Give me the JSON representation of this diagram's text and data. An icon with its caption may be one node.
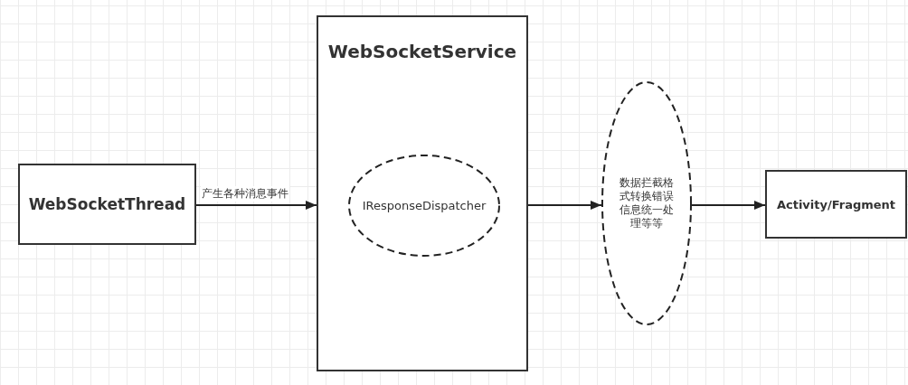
{
  "diagram": {
    "nodes": [
      {
        "text": [
          "WebSocketThread"
        ]
      },
      {
        "text": [
          "WebSocketService"
        ]
      },
      {
        "text": [
          "IResponseDispatcher"
        ],
        "in": 1
      },
      {
        "text": [
          "数据拦截格式转换错误信息统一处理等等"
        ]
      },
      {
        "text": [
          "Activity/Fragment"
        ]
      }
    ],
    "edges": [
      {
        "from": 0,
        "to": 1,
        "arrow": "to",
        "label": "产生各种消息事件"
      },
      {
        "from": 1,
        "to": 3,
        "arrow": "to"
      },
      {
        "from": 3,
        "to": 4,
        "arrow": "to"
      }
    ]
  }
}
